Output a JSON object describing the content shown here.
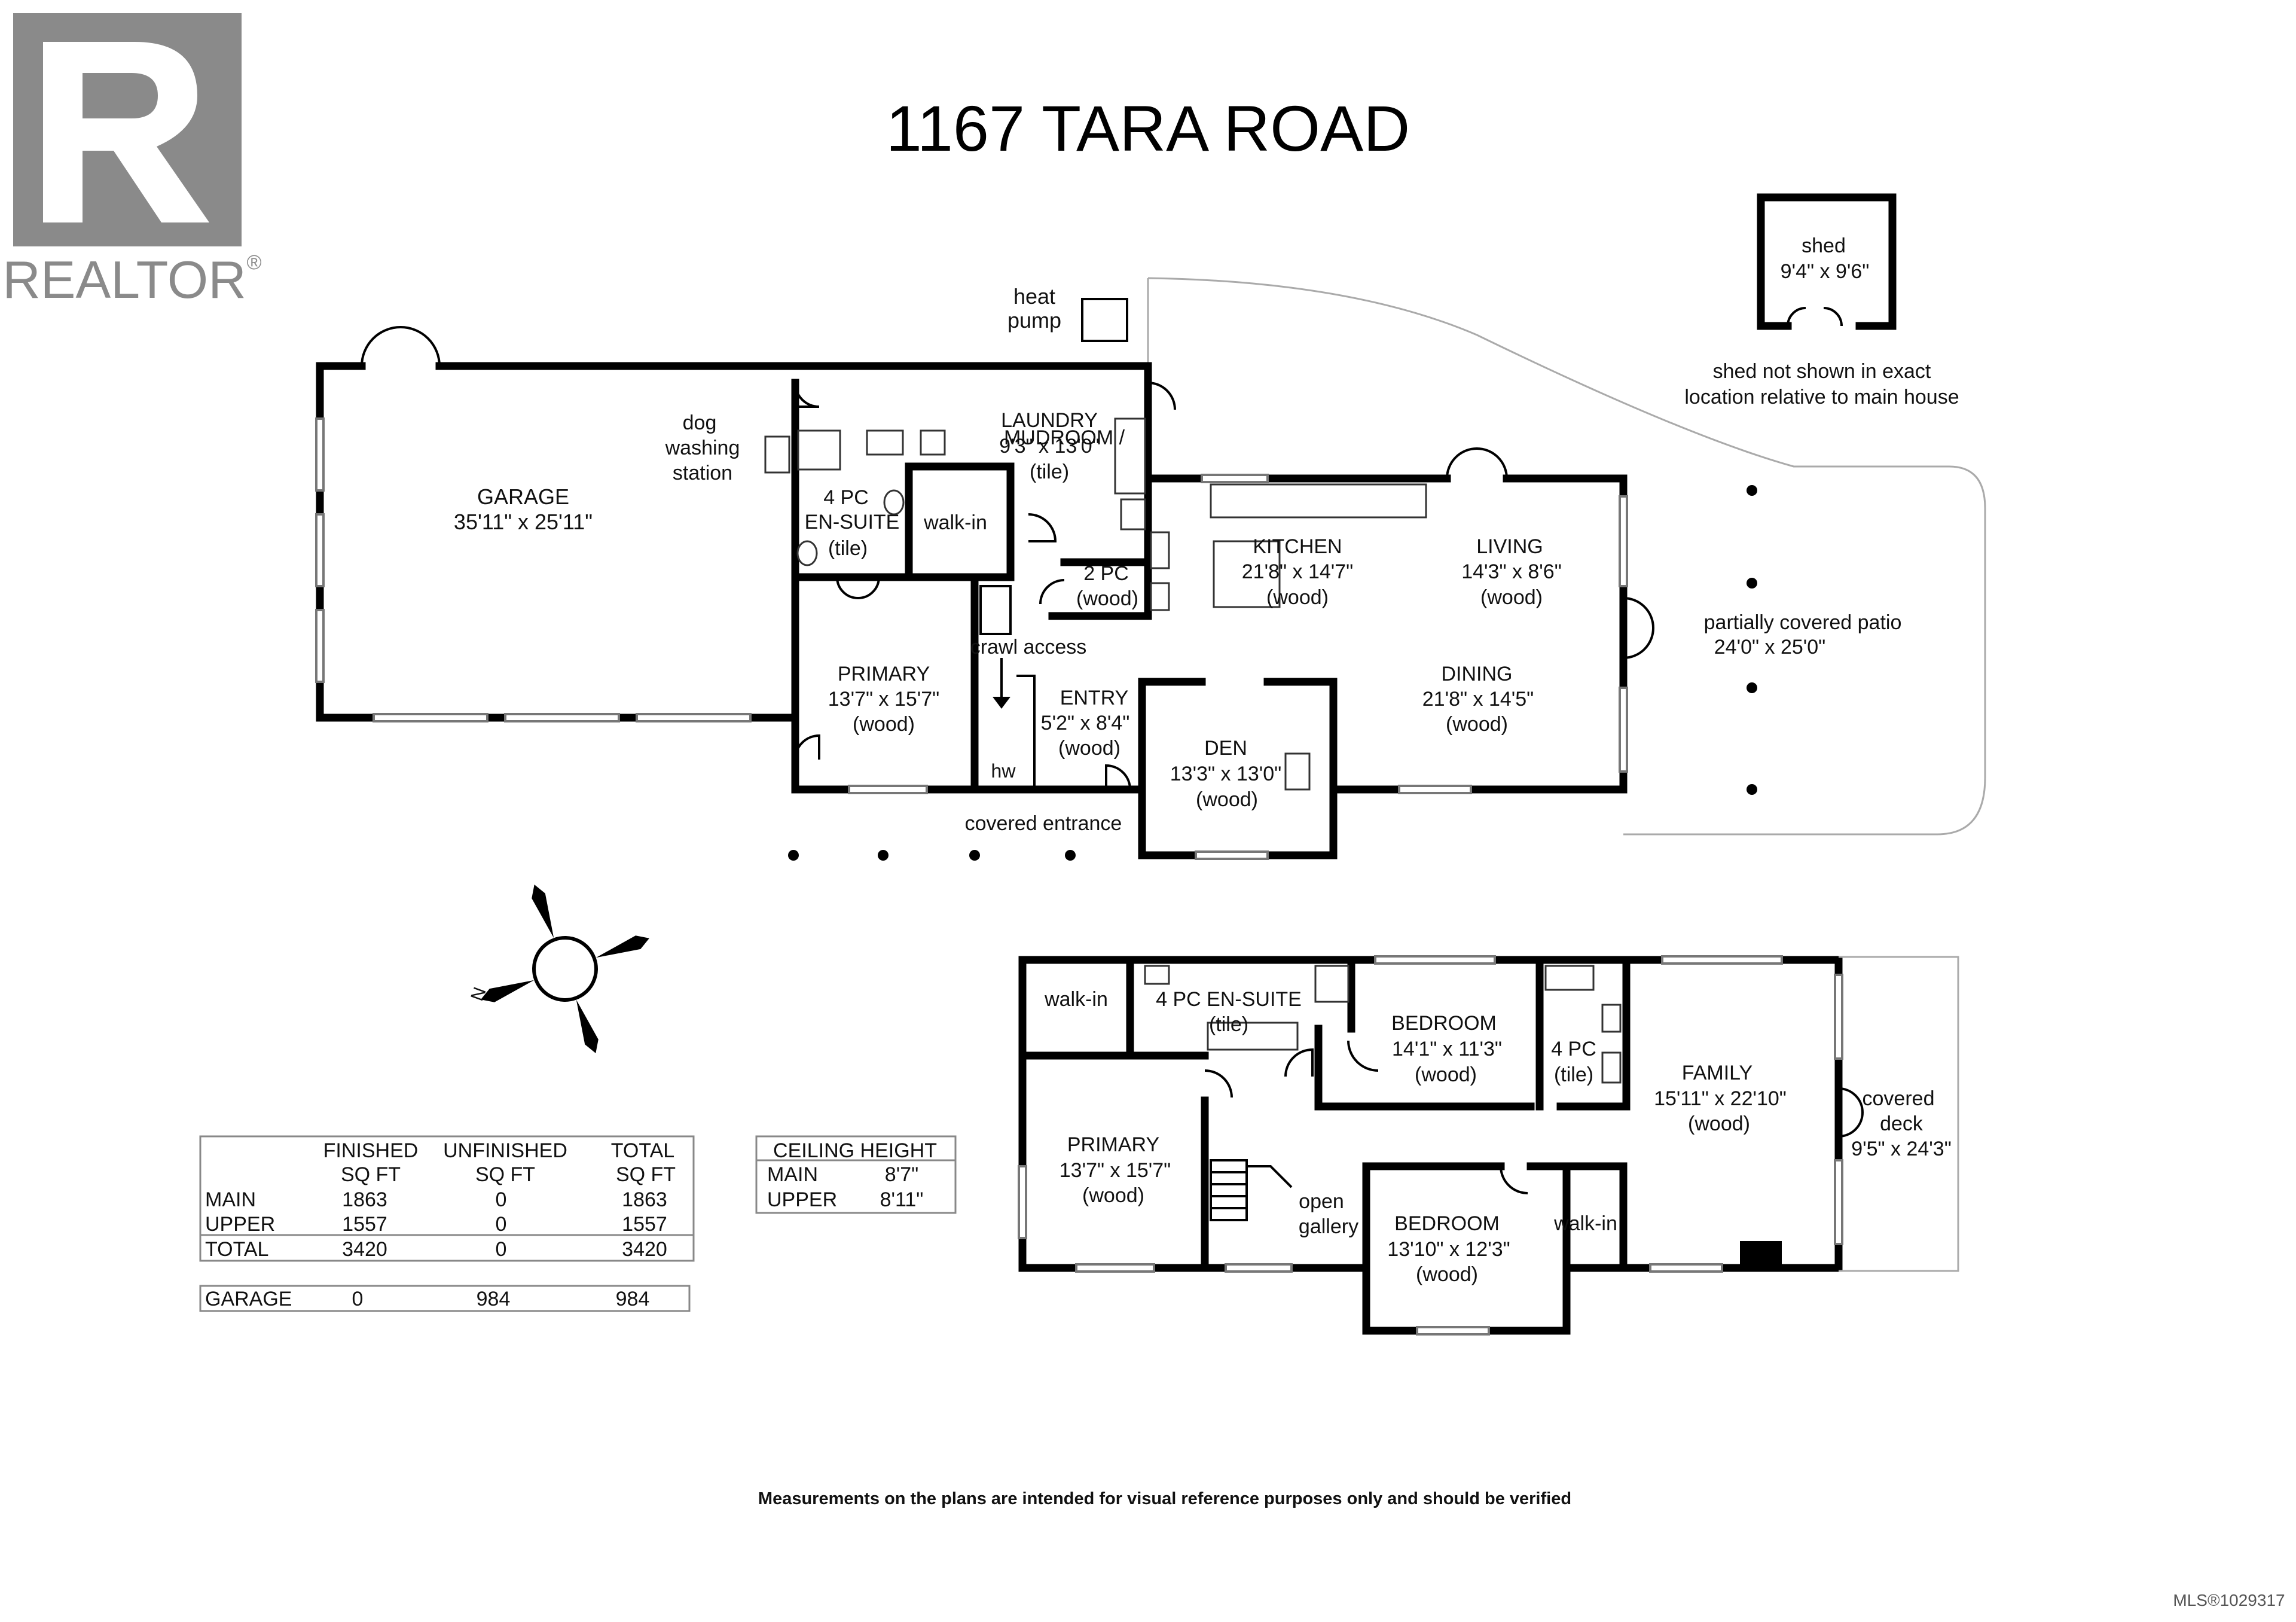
{
  "logo": {
    "text": "REALTOR",
    "mark": "®"
  },
  "title": "1167 TARA ROAD",
  "rooms": {
    "garage": {
      "name": "GARAGE",
      "dims": "35'11\" x 25'11\""
    },
    "heat_pump": {
      "l1": "heat",
      "l2": "pump"
    },
    "dog": {
      "l1": "dog",
      "l2": "washing",
      "l3": "station"
    },
    "mudroom": {
      "l1": "MUDROOM /",
      "l2": "LAUNDRY",
      "dims": "9'3\" x 13'0\"",
      "floor": "(tile)"
    },
    "ensuite_main": {
      "l1": "4 PC",
      "l2": "EN-SUITE",
      "floor": "(tile)"
    },
    "walkin_main": {
      "name": "walk-in"
    },
    "pc2": {
      "name": "2 PC",
      "floor": "(wood)"
    },
    "kitchen": {
      "name": "KITCHEN",
      "dims": "21'8\" x 14'7\"",
      "floor": "(wood)"
    },
    "living": {
      "name": "LIVING",
      "dims": "14'3\" x 8'6\"",
      "floor": "(wood)"
    },
    "crawl": {
      "name": "crawl access"
    },
    "primary_main": {
      "name": "PRIMARY",
      "dims": "13'7\" x 15'7\"",
      "floor": "(wood)"
    },
    "entry": {
      "name": "ENTRY",
      "dims": "5'2\" x 8'4\"",
      "floor": "(wood)"
    },
    "dining": {
      "name": "DINING",
      "dims": "21'8\" x 14'5\"",
      "floor": "(wood)"
    },
    "den": {
      "name": "DEN",
      "dims": "13'3\" x 13'0\"",
      "floor": "(wood)"
    },
    "hw": {
      "name": "hw"
    },
    "covered_entrance": {
      "name": "covered entrance"
    },
    "patio": {
      "name": "partially covered patio",
      "dims": "24'0\" x 25'0\""
    },
    "shed": {
      "name": "shed",
      "dims": "9'4\" x 9'6\"",
      "note1": "shed not shown in exact",
      "note2": "location relative to main house"
    },
    "walkin_upper1": {
      "name": "walk-in"
    },
    "ensuite_upper": {
      "name": "4 PC EN-SUITE",
      "floor": "(tile)"
    },
    "bedroom1": {
      "name": "BEDROOM",
      "dims": "14'1\" x 11'3\"",
      "floor": "(wood)"
    },
    "pc4": {
      "name": "4 PC",
      "floor": "(tile)"
    },
    "family": {
      "name": "FAMILY",
      "dims": "15'11\" x 22'10\"",
      "floor": "(wood)"
    },
    "covered_deck": {
      "l1": "covered",
      "l2": "deck",
      "dims": "9'5\" x 24'3\""
    },
    "primary_upper": {
      "name": "PRIMARY",
      "dims": "13'7\" x 15'7\"",
      "floor": "(wood)"
    },
    "gallery": {
      "l1": "open",
      "l2": "gallery"
    },
    "bedroom2": {
      "name": "BEDROOM",
      "dims": "13'10\" x 12'3\"",
      "floor": "(wood)"
    },
    "walkin_upper2": {
      "name": "walk-in"
    }
  },
  "compass": {
    "label": "N"
  },
  "area_table": {
    "headers": [
      [
        "",
        "FINISHED",
        "UNFINISHED",
        "TOTAL"
      ],
      [
        "",
        "SQ FT",
        "SQ FT",
        "SQ FT"
      ]
    ],
    "rows": [
      [
        "MAIN",
        "1863",
        "0",
        "1863"
      ],
      [
        "UPPER",
        "1557",
        "0",
        "1557"
      ],
      [
        "TOTAL",
        "3420",
        "0",
        "3420"
      ]
    ],
    "garage_row": [
      "GARAGE",
      "0",
      "984",
      "984"
    ]
  },
  "ceiling_table": {
    "title": "CEILING HEIGHT",
    "rows": [
      [
        "MAIN",
        "8'7\""
      ],
      [
        "UPPER",
        "8'11\""
      ]
    ]
  },
  "disclaimer": "Measurements on the plans are intended for visual reference purposes only and should be verified",
  "mls": "MLS®1029317"
}
